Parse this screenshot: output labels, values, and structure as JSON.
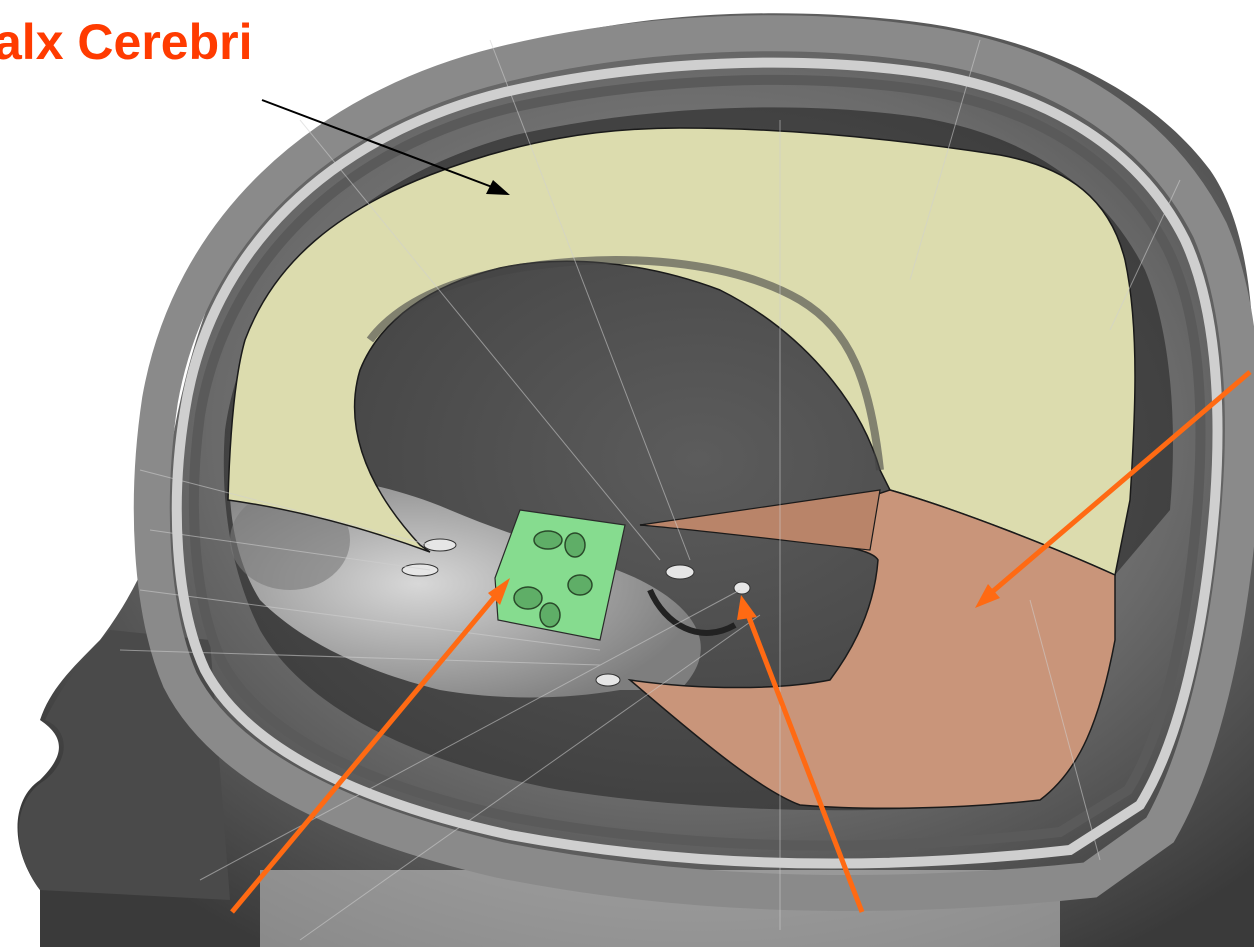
{
  "title": "alx Cerebri",
  "colors": {
    "title": "#ff3b00",
    "arrow_orange": "#ff6a13",
    "arrow_black": "#000000",
    "falx_cerebri": "#dcdcae",
    "tentorium": "#c9957a",
    "pituitary_region": "#86dc8f",
    "skull_dark": "#3f3f3f",
    "skull_mid": "#7a7a7a",
    "skull_light": "#bdbdbd"
  },
  "regions": [
    {
      "name": "falx-cerebri-region",
      "color_key": "falx_cerebri"
    },
    {
      "name": "tentorium-region",
      "color_key": "tentorium"
    },
    {
      "name": "pituitary-region",
      "color_key": "pituitary_region"
    }
  ]
}
